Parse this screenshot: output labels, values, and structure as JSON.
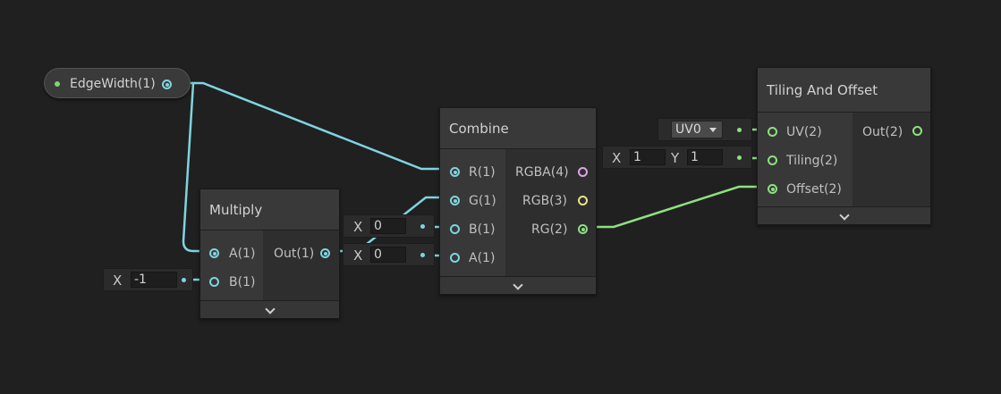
{
  "property": {
    "label": "EdgeWidth(1)"
  },
  "multiply": {
    "title": "Multiply",
    "inputs": [
      "A(1)",
      "B(1)"
    ],
    "output": "Out(1)",
    "b_field": {
      "axis": "X",
      "value": "-1"
    }
  },
  "combine": {
    "title": "Combine",
    "inputs": [
      "R(1)",
      "G(1)",
      "B(1)",
      "A(1)"
    ],
    "outputs": [
      "RGBA(4)",
      "RGB(3)",
      "RG(2)"
    ],
    "b_field": {
      "axis": "X",
      "value": "0"
    },
    "a_field": {
      "axis": "X",
      "value": "0"
    }
  },
  "tiling": {
    "title": "Tiling And Offset",
    "inputs": [
      "UV(2)",
      "Tiling(2)",
      "Offset(2)"
    ],
    "output": "Out(2)",
    "uv_dropdown": "UV0",
    "tiling_field": {
      "x_axis": "X",
      "x_value": "1",
      "y_axis": "Y",
      "y_value": "1"
    }
  },
  "colors": {
    "float_wire": "#7fd4e0",
    "vec2_wire": "#8de07f",
    "vec4_port": "#e0a4e6",
    "vec3_port": "#e6e48a"
  }
}
